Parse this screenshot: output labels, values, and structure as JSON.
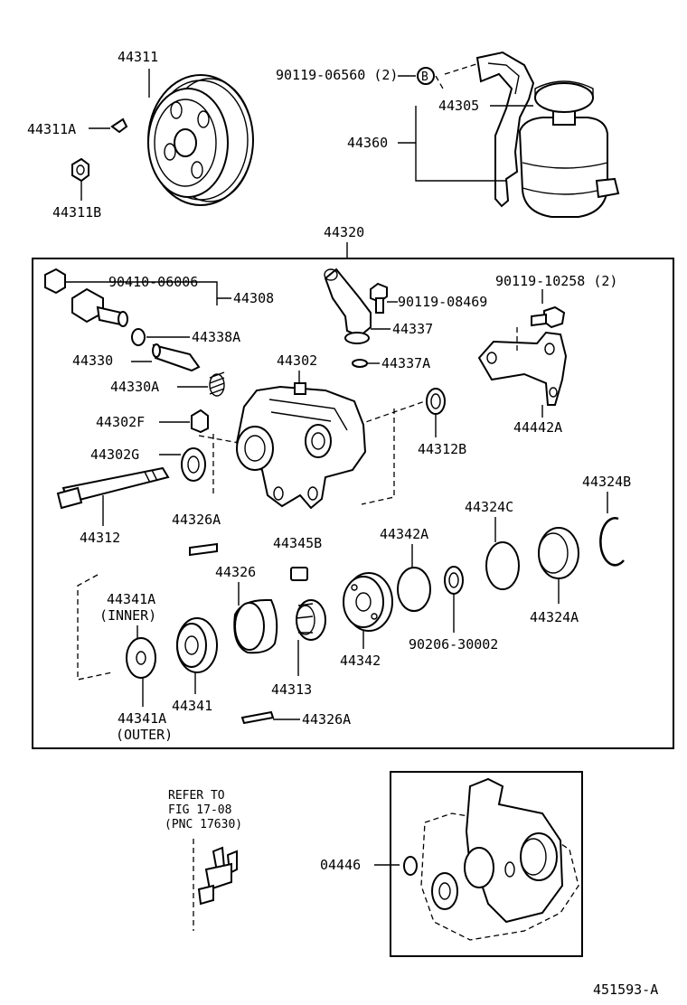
{
  "labels": {
    "p44311": "44311",
    "p44311a": "44311A",
    "p44311b": "44311B",
    "p90119_06560": "90119-06560 (2)",
    "circle_b": "B",
    "p44305": "44305",
    "p44360": "44360",
    "p44320": "44320",
    "p90410_06006": "90410-06006",
    "p44308": "44308",
    "p90119_08469": "90119-08469",
    "p90119_10258": "90119-10258 (2)",
    "p44338a": "44338A",
    "p44337": "44337",
    "p44330": "44330",
    "p44302": "44302",
    "p44337a": "44337A",
    "p44330a": "44330A",
    "p44302f": "44302F",
    "p44442a": "44442A",
    "p44302g": "44302G",
    "p44312b": "44312B",
    "p44324b": "44324B",
    "p44324c": "44324C",
    "p44326a_top": "44326A",
    "p44342a": "44342A",
    "p44312": "44312",
    "p44345b": "44345B",
    "p44326": "44326",
    "p44341a_inner": "44341A",
    "inner": "(INNER)",
    "p44342": "44342",
    "p90206_30002": "90206-30002",
    "p44324a": "44324A",
    "p44341": "44341",
    "p44313": "44313",
    "p44341a_outer": "44341A",
    "outer": "(OUTER)",
    "p44326a_bot": "44326A",
    "refer_line1": "REFER TO",
    "refer_line2": "FIG 17-08",
    "refer_line3": "(PNC 17630)",
    "p04446": "04446",
    "diagram_id": "451593-A"
  }
}
